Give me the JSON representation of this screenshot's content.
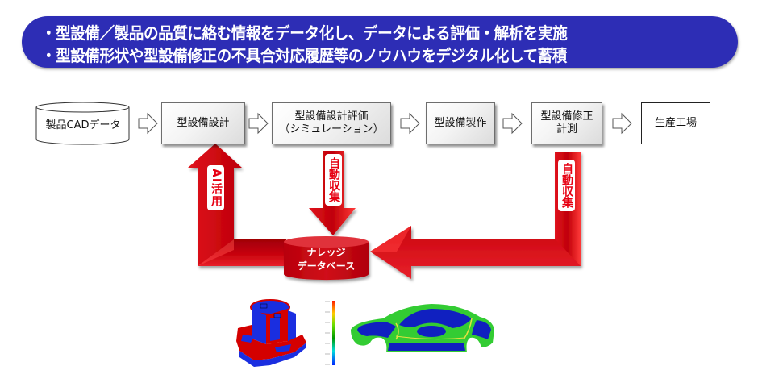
{
  "banner": {
    "line1": "・型設備／製品の品質に絡む情報をデータ化し、データによる評価・解析を実施",
    "line2": "・型設備形状や型設備修正の不具合対応履歴等のノウハウをデジタル化して蓄積",
    "color": "#2d2db5"
  },
  "flow": {
    "source": "製品CADデータ",
    "steps": [
      {
        "lines": [
          "型設備設計"
        ]
      },
      {
        "lines": [
          "型設備設計評価",
          "（シミュレーション）"
        ]
      },
      {
        "lines": [
          "型設備製作"
        ]
      },
      {
        "lines": [
          "型設備修正",
          "計測"
        ]
      },
      {
        "lines": [
          "生産工場"
        ]
      }
    ]
  },
  "arrows": {
    "ai_label": "AI活用",
    "collect_label_center": "自動収集",
    "collect_label_right": "自動収集",
    "color": "#c8000a"
  },
  "database": {
    "line1": "ナレッジ",
    "line2": "データベース"
  },
  "images": {
    "left": "simulation-part-heatmap",
    "scale": "color-scale-legend",
    "right": "car-body-deviation-map"
  }
}
